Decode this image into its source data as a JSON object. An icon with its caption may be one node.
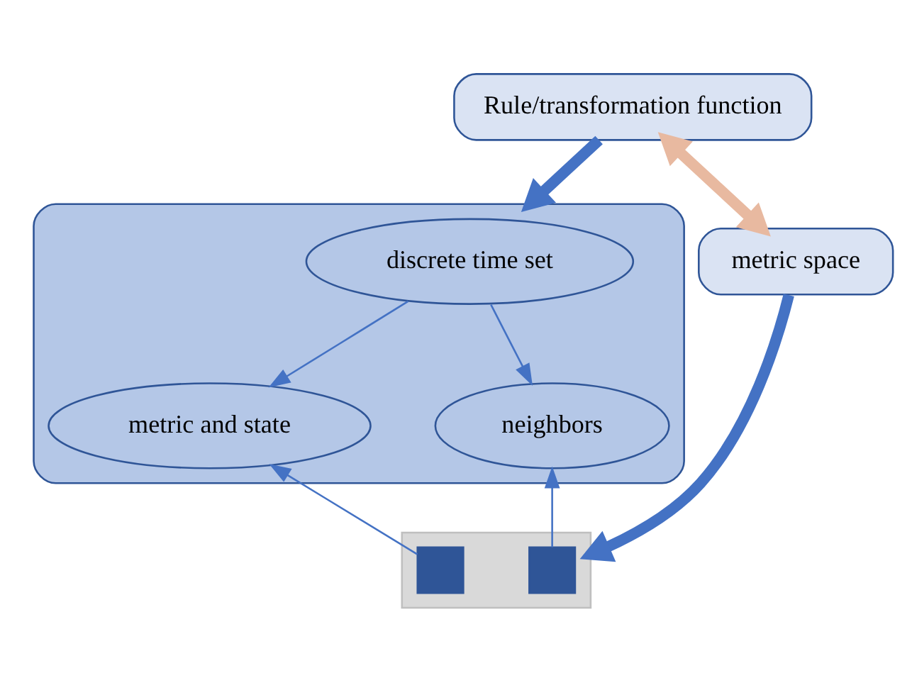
{
  "diagram": {
    "nodes": [
      {
        "text": [
          "Rule/transformation function"
        ]
      },
      {
        "text": [
          "metric space"
        ]
      },
      {
        "text": [],
        "shape": "ellipse"
      },
      {
        "text": [
          "discrete time set"
        ],
        "in": 2
      },
      {
        "text": [
          "metric and state"
        ],
        "in": 2
      },
      {
        "text": [
          "neighbors"
        ],
        "in": 2
      },
      {
        "text": [],
        "shape": "picture"
      },
      {
        "text": [],
        "shape": "box",
        "in": 6
      },
      {
        "text": [],
        "shape": "box",
        "in": 6
      }
    ],
    "edges": [
      {
        "from": 0,
        "to": 1,
        "arrow": "both",
        "style": "thick",
        "color": "#e8b9a0"
      },
      {
        "from": 0,
        "to": 2,
        "arrow": "to",
        "style": "thick"
      },
      {
        "from": 1,
        "to": 6,
        "arrow": "to",
        "style": "thick"
      },
      {
        "from": 3,
        "to": 4,
        "arrow": "to"
      },
      {
        "from": 3,
        "to": 5,
        "arrow": "to"
      },
      {
        "from": 7,
        "to": 4,
        "arrow": "to"
      },
      {
        "from": 8,
        "to": 5,
        "arrow": "to"
      }
    ]
  }
}
